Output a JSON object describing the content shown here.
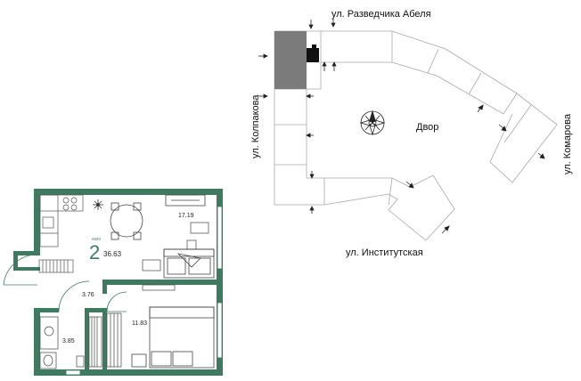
{
  "streets": {
    "top": "ул. Разведчика Абеля",
    "left": "ул. Колпакова",
    "right": "ул. Комарова",
    "bottom": "ул. Институтская"
  },
  "yard_label": "Двор",
  "apartment": {
    "type_small": "euro",
    "rooms": "2",
    "total_area": "36.63",
    "rooms_areas": {
      "living_kitchen": "17.19",
      "hall": "3.76",
      "bedroom": "11.83",
      "bathroom": "3.85"
    }
  },
  "colors": {
    "wall": "#3d7a60",
    "building_outline": "#9a9a9a",
    "highlight": "#7b7b7b"
  }
}
